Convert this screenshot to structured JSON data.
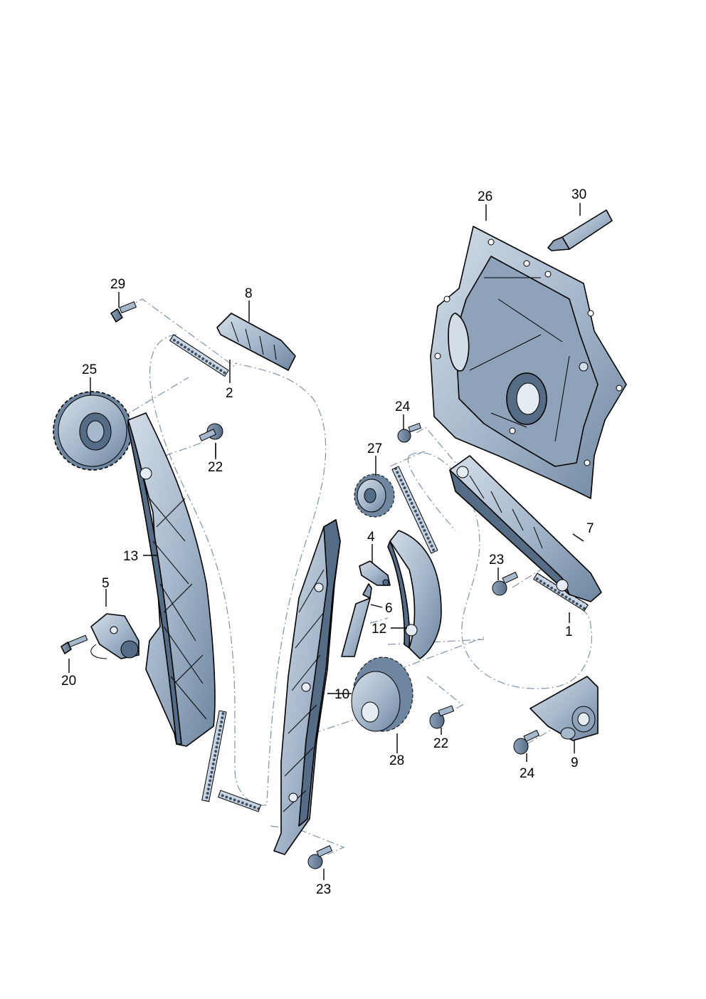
{
  "colors": {
    "part_fill": "#a6b8cc",
    "part_light": "#d3dde8",
    "part_dark": "#556c86",
    "chain_link": "#c9d5e2",
    "leader_dash": "#7f92a6",
    "label": "#000000"
  },
  "callouts": {
    "c1": "1",
    "c2": "2",
    "c4": "4",
    "c5": "5",
    "c6": "6",
    "c7": "7",
    "c8": "8",
    "c9": "9",
    "c10": "10",
    "c12": "12",
    "c13": "13",
    "c20": "20",
    "c22a": "22",
    "c22b": "22",
    "c23a": "23",
    "c23b": "23",
    "c24a": "24",
    "c24b": "24",
    "c25": "25",
    "c26": "26",
    "c27": "27",
    "c28": "28",
    "c29": "29",
    "c30": "30"
  }
}
